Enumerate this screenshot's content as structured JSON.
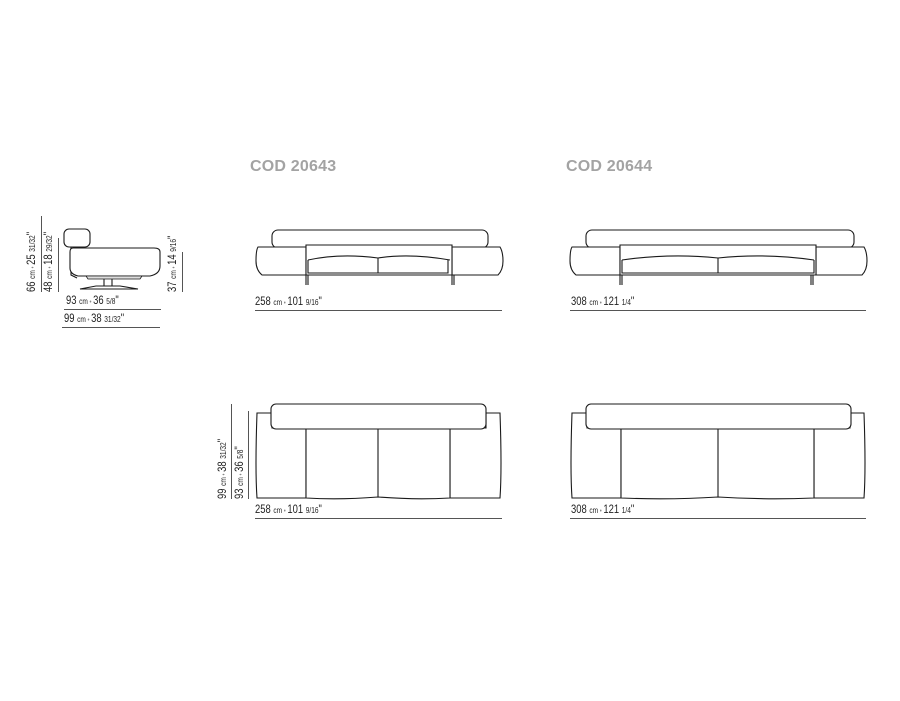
{
  "models": [
    {
      "code": "COD 20643",
      "front_view": {
        "width_cm": "258",
        "width_unit": "cm",
        "width_in": "101",
        "width_in_frac": "9/16",
        "inch_mark": "\""
      },
      "top_view": {
        "width_cm": "258",
        "width_unit": "cm",
        "width_in": "101",
        "width_in_frac": "9/16",
        "inch_mark": "\"",
        "depth_outer_cm": "99",
        "depth_outer_unit": "cm",
        "depth_outer_in": "38",
        "depth_outer_in_frac": "31/32",
        "depth_inner_cm": "93",
        "depth_inner_unit": "cm",
        "depth_inner_in": "36",
        "depth_inner_in_frac": "5/8"
      }
    },
    {
      "code": "COD 20644",
      "front_view": {
        "width_cm": "308",
        "width_unit": "cm",
        "width_in": "121",
        "width_in_frac": "1/4",
        "inch_mark": "\""
      },
      "top_view": {
        "width_cm": "308",
        "width_unit": "cm",
        "width_in": "121",
        "width_in_frac": "1/4",
        "inch_mark": "\""
      }
    }
  ],
  "side_view": {
    "height_total": {
      "cm": "66",
      "unit": "cm",
      "in": "25",
      "frac": "31/32",
      "mark": "\""
    },
    "height_arm": {
      "cm": "48",
      "unit": "cm",
      "in": "18",
      "frac": "29/32",
      "mark": "\""
    },
    "height_seat": {
      "cm": "37",
      "unit": "cm",
      "in": "14",
      "frac": "9/16",
      "mark": "\""
    },
    "depth_seat": {
      "cm": "93",
      "unit": "cm",
      "in": "36",
      "frac": "5/8",
      "mark": "\""
    },
    "depth_total": {
      "cm": "99",
      "unit": "cm",
      "in": "38",
      "frac": "31/32",
      "mark": "\""
    }
  },
  "separator": "•"
}
